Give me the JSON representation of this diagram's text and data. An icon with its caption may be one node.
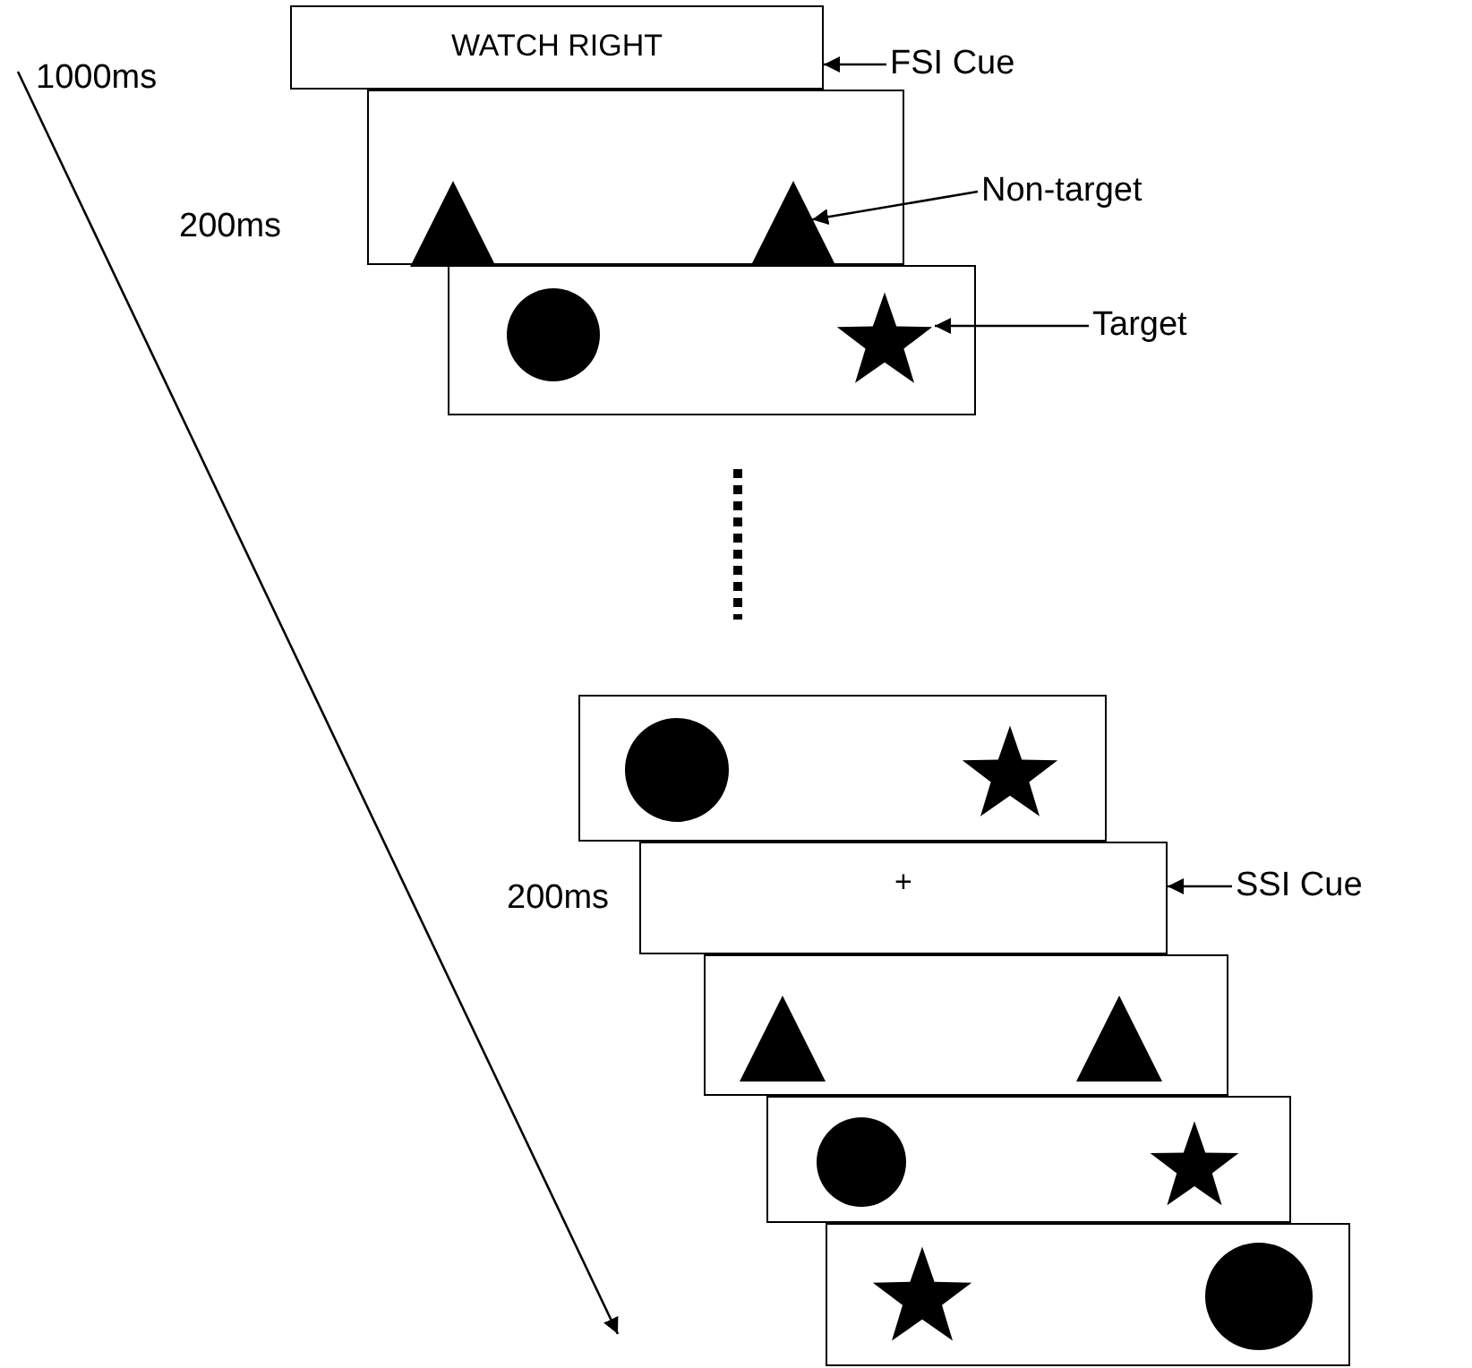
{
  "diagram": {
    "nodes": [
      {
        "text": [
          "WATCH RIGHT"
        ],
        "beside": [
          "1000ms"
        ]
      },
      {
        "text": [
          "FSI Cue"
        ]
      },
      {
        "text": [],
        "shape": "box",
        "beside": [
          "200ms"
        ]
      },
      {
        "text": [],
        "shape": "triangle",
        "in": 2
      },
      {
        "text": [],
        "shape": "triangle",
        "in": 2
      },
      {
        "text": [
          "Non-target"
        ]
      },
      {
        "text": [],
        "shape": "box"
      },
      {
        "text": [],
        "shape": "circle",
        "in": 6
      },
      {
        "text": [],
        "shape": "star",
        "in": 6
      },
      {
        "text": [
          "Target"
        ]
      },
      {
        "text": [],
        "shape": "box"
      },
      {
        "text": [],
        "shape": "circle",
        "in": 10
      },
      {
        "text": [],
        "shape": "star",
        "in": 10
      },
      {
        "text": [
          "+"
        ],
        "beside": [
          "200ms"
        ]
      },
      {
        "text": [
          "SSI Cue"
        ]
      },
      {
        "text": [],
        "shape": "box"
      },
      {
        "text": [],
        "shape": "triangle",
        "in": 15
      },
      {
        "text": [],
        "shape": "triangle",
        "in": 15
      },
      {
        "text": [],
        "shape": "box"
      },
      {
        "text": [],
        "shape": "circle",
        "in": 18
      },
      {
        "text": [],
        "shape": "star",
        "in": 18
      },
      {
        "text": [],
        "shape": "box"
      },
      {
        "text": [],
        "shape": "star",
        "in": 21
      },
      {
        "text": [],
        "shape": "circle",
        "in": 21
      }
    ],
    "edges": [
      {
        "from": 1,
        "to": 0,
        "arrow": "to"
      },
      {
        "from": 5,
        "to": 4,
        "arrow": "to"
      },
      {
        "from": 9,
        "to": 8,
        "arrow": "to"
      },
      {
        "from": 14,
        "to": 13,
        "arrow": "to"
      }
    ]
  }
}
